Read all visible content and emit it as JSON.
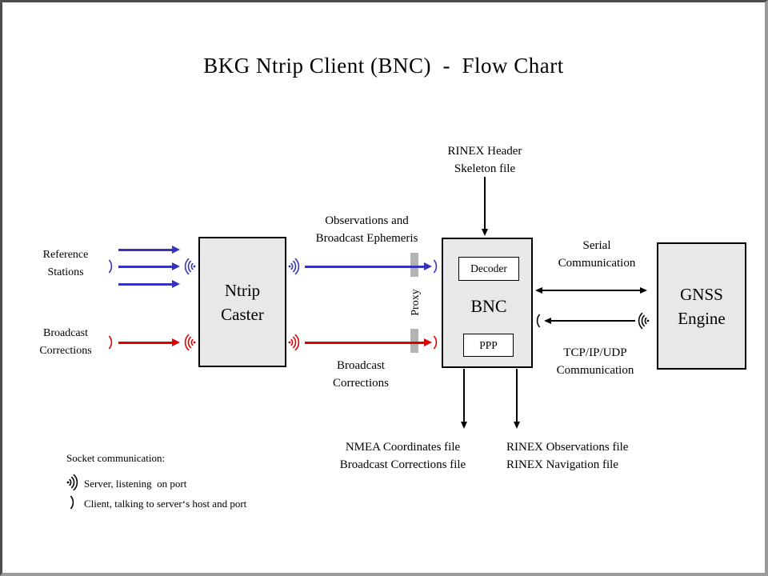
{
  "title": "BKG Ntrip Client (BNC)  -  Flow Chart",
  "boxes": {
    "ntrip_caster": {
      "line1": "Ntrip",
      "line2": "Caster"
    },
    "bnc": {
      "label": "BNC",
      "decoder_label": "Decoder",
      "ppp_label": "PPP"
    },
    "gnss_engine": {
      "line1": "GNSS",
      "line2": "Engine"
    }
  },
  "labels": {
    "reference_stations": {
      "line1": "Reference",
      "line2": "Stations"
    },
    "broadcast_corrections_input": {
      "line1": "Broadcast",
      "line2": "Corrections"
    },
    "observations_ephemeris": {
      "line1": "Observations and",
      "line2": "Broadcast Ephemeris"
    },
    "broadcast_corrections_stream": {
      "line1": "Broadcast",
      "line2": "Corrections"
    },
    "rinex_header_skeleton": {
      "line1": "RINEX Header",
      "line2": "Skeleton file"
    },
    "serial_communication": {
      "line1": "Serial",
      "line2": "Communication"
    },
    "tcp_communication": {
      "line1": "TCP/IP/UDP",
      "line2": "Communication"
    },
    "proxy": "Proxy",
    "nmea_outputs": {
      "line1": "NMEA Coordinates file",
      "line2": "Broadcast Corrections file"
    },
    "rinex_outputs": {
      "line1": "RINEX Observations file",
      "line2": "RINEX Navigation file"
    }
  },
  "legend": {
    "heading": "Socket communication:",
    "server_item": "Server, listening  on port",
    "client_item": "Client, talking to server‘s host and port"
  },
  "colors": {
    "blue": "#3333bb",
    "red": "#dd0000",
    "black": "#000000",
    "box_fill": "#e8e8e8",
    "proxy_bar": "#b3b3b3"
  }
}
